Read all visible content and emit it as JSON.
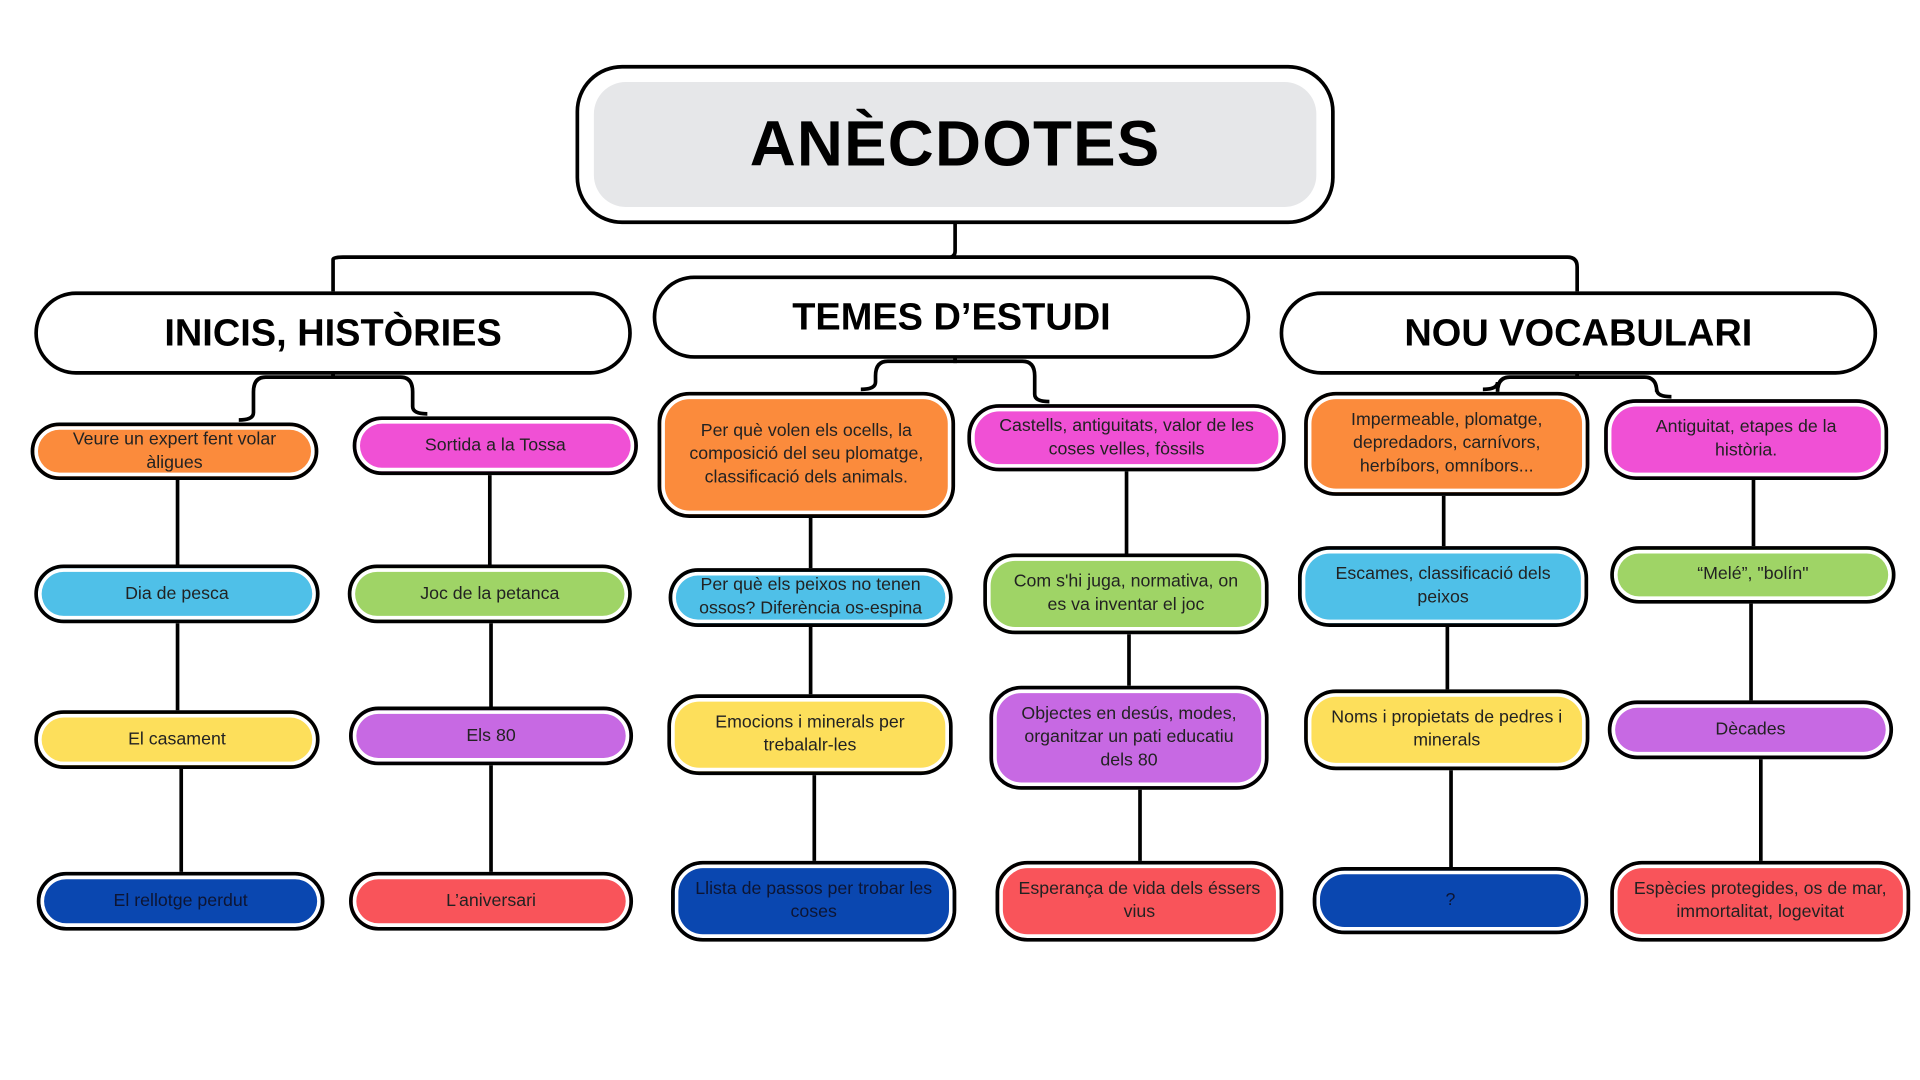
{
  "title": "ANÈCDOTES",
  "headers": [
    "INICIS, HISTÒRIES",
    "TEMES D’ESTUDI",
    "NOU VOCABULARI"
  ],
  "colors": {
    "orange": "#fb8b3c",
    "blue": "#4fc0e8",
    "yellow": "#fddf5b",
    "darkblue": "#0a47b0",
    "pink": "#f050d5",
    "green": "#9fd466",
    "purple": "#c769e3",
    "red": "#f9545a"
  },
  "columns": [
    {
      "group": 0,
      "nodes": [
        {
          "text": "Veure un expert fent volar àligues",
          "color": "orange"
        },
        {
          "text": "Dia de pesca",
          "color": "blue"
        },
        {
          "text": "El casament",
          "color": "yellow"
        },
        {
          "text": "El rellotge perdut",
          "color": "darkblue"
        }
      ]
    },
    {
      "group": 0,
      "nodes": [
        {
          "text": "Sortida a la Tossa",
          "color": "pink"
        },
        {
          "text": "Joc de la petanca",
          "color": "green"
        },
        {
          "text": "Els 80",
          "color": "purple"
        },
        {
          "text": "L’aniversari",
          "color": "red"
        }
      ]
    },
    {
      "group": 1,
      "nodes": [
        {
          "text": "Per què volen els ocells, la composició del seu plomatge, classificació dels animals.",
          "color": "orange"
        },
        {
          "text": "Per què els peixos no tenen ossos? Diferència os-espina",
          "color": "blue"
        },
        {
          "text": "Emocions i minerals per trebalalr-les",
          "color": "yellow"
        },
        {
          "text": "Llista de passos per trobar les coses",
          "color": "darkblue"
        }
      ]
    },
    {
      "group": 1,
      "nodes": [
        {
          "text": "Castells, antiguitats, valor de les coses velles, fòssils",
          "color": "pink"
        },
        {
          "text": "Com s'hi juga, normativa, on es va inventar el joc",
          "color": "green"
        },
        {
          "text": "Objectes en desús, modes, organitzar un pati educatiu dels 80",
          "color": "purple"
        },
        {
          "text": "Esperança de vida dels éssers vius",
          "color": "red"
        }
      ]
    },
    {
      "group": 2,
      "nodes": [
        {
          "text": "Impermeable, plomatge, depredadors, carnívors, herbíbors, omníbors...",
          "color": "orange"
        },
        {
          "text": "Escames, classificació dels peixos",
          "color": "blue"
        },
        {
          "text": "Noms i propietats de pedres i minerals",
          "color": "yellow"
        },
        {
          "text": "?",
          "color": "darkblue"
        }
      ]
    },
    {
      "group": 2,
      "nodes": [
        {
          "text": "Antiguitat, etapes de la història.",
          "color": "pink"
        },
        {
          "text": "“Melé”, \"bolín\"",
          "color": "green"
        },
        {
          "text": "Dècades",
          "color": "purple"
        },
        {
          "text": "Espècies protegides, os de mar, immortalitat, logevitat",
          "color": "red"
        }
      ]
    }
  ]
}
